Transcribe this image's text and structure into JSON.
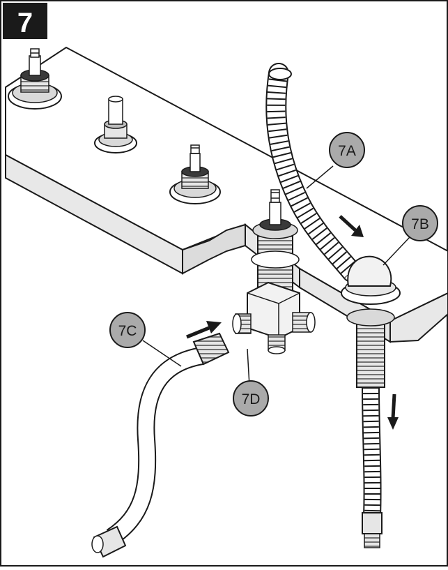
{
  "step": {
    "number": "7",
    "badge_color": "#1a1a1a",
    "text_color": "#ffffff"
  },
  "callouts": [
    {
      "id": "7A",
      "label": "7A"
    },
    {
      "id": "7B",
      "label": "7B"
    },
    {
      "id": "7C",
      "label": "7C"
    },
    {
      "id": "7D",
      "label": "7D"
    }
  ],
  "colors": {
    "callout_fill": "#aaaaaa",
    "line": "#1a1a1a",
    "part_fill": "#f2f2f2",
    "shade": "#cfcfcf"
  }
}
